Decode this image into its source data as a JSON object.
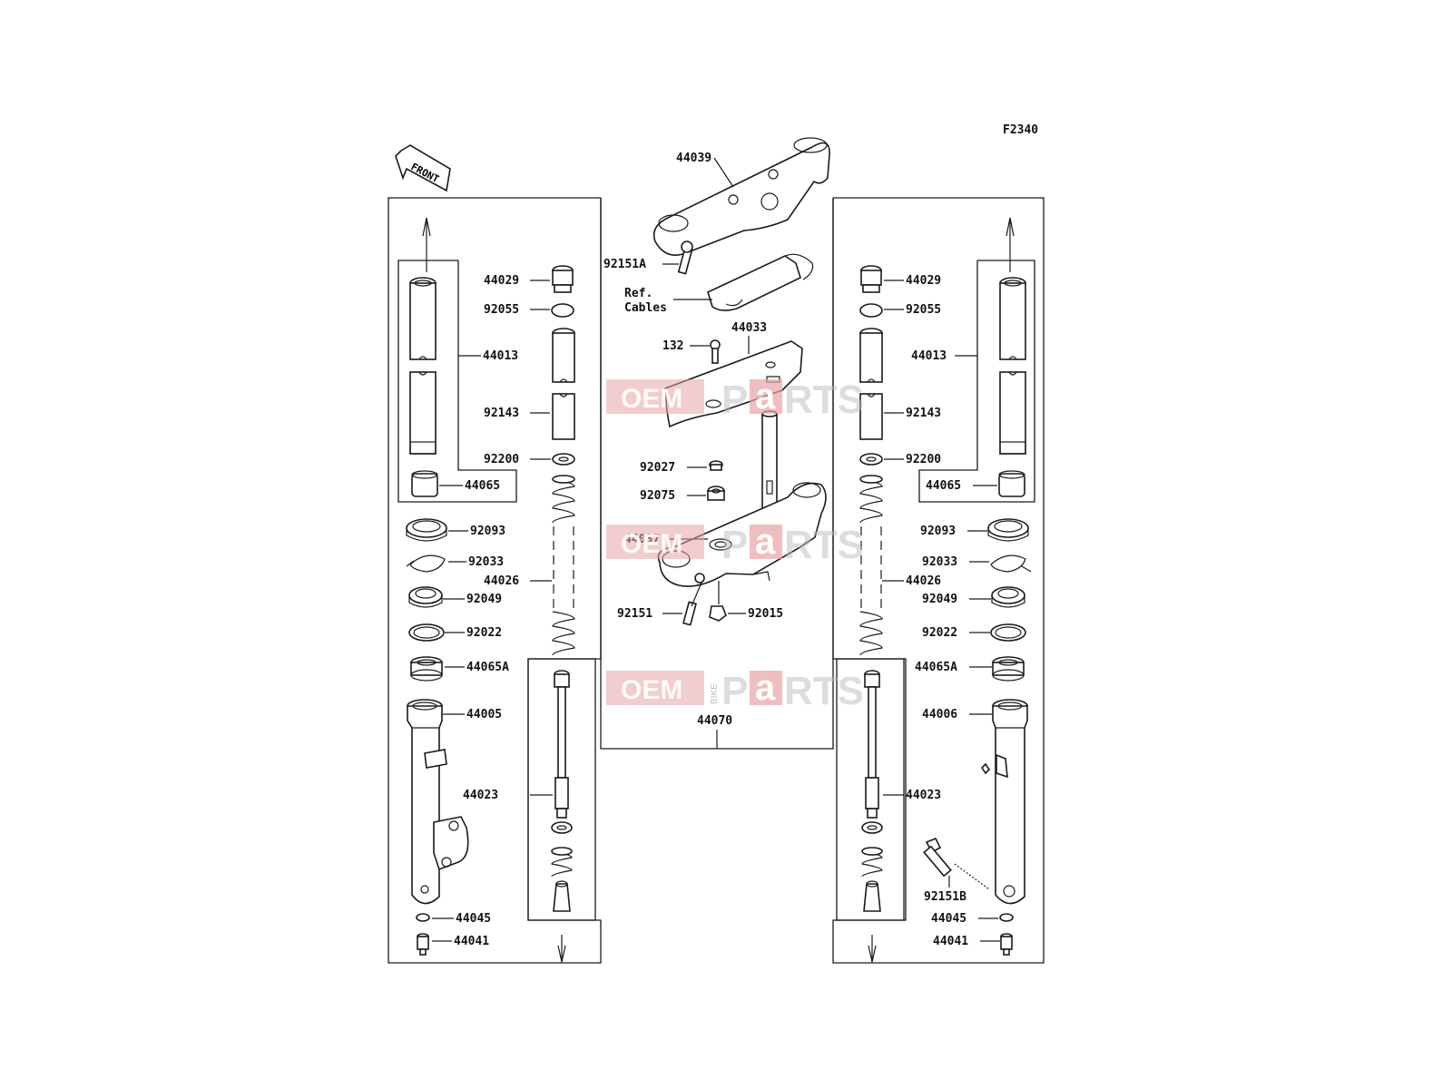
{
  "diagram_code": "F2340",
  "front_arrow_text": "FRONT",
  "watermark": {
    "oem": "OEM",
    "bike": "BIKE",
    "p": "P",
    "a": "a",
    "rts": "RTS"
  },
  "labels": {
    "l44039": "44039",
    "l92151A": "92151A",
    "ref_cables_1": "Ref.",
    "ref_cables_2": "Cables",
    "l44033": "44033",
    "l132": "132",
    "l92027": "92027",
    "l92075": "92075",
    "l44037": "44037",
    "l92151": "92151",
    "l92015": "92015",
    "l44070": "44070",
    "L_44029": "44029",
    "L_92055": "92055",
    "L_44013": "44013",
    "L_92143": "92143",
    "L_92200": "92200",
    "L_44065": "44065",
    "L_92093": "92093",
    "L_92033": "92033",
    "L_44026": "44026",
    "L_92049": "92049",
    "L_92022": "92022",
    "L_44065A": "44065A",
    "L_44005": "44005",
    "L_44023": "44023",
    "L_44045": "44045",
    "L_44041": "44041",
    "R_44029": "44029",
    "R_92055": "92055",
    "R_44013": "44013",
    "R_92143": "92143",
    "R_92200": "92200",
    "R_44065": "44065",
    "R_92093": "92093",
    "R_92033": "92033",
    "R_44026": "44026",
    "R_92049": "92049",
    "R_92022": "92022",
    "R_44065A": "44065A",
    "R_44006": "44006",
    "R_44023": "44023",
    "R_92151B": "92151B",
    "R_44045": "44045",
    "R_44041": "44041"
  }
}
